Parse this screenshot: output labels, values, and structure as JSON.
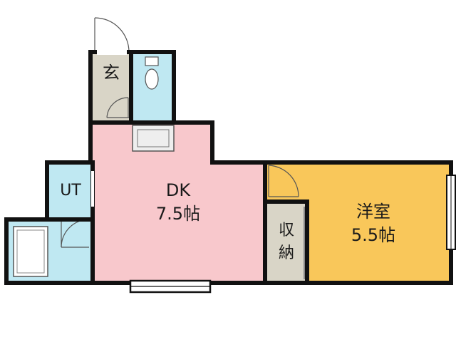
{
  "rooms": {
    "entrance": {
      "label": "玄",
      "color": "#d9d5c7"
    },
    "toilet": {
      "color": "#bfe8f2"
    },
    "dk": {
      "label": "DK",
      "size": "7.5帖",
      "color": "#f8c8cc"
    },
    "utility": {
      "label": "UT",
      "color": "#bfe8f2"
    },
    "bath": {
      "color": "#bfe8f2"
    },
    "storage": {
      "label_line1": "収",
      "label_line2": "納",
      "color": "#d9d5c7"
    },
    "western_room": {
      "label": "洋室",
      "size": "5.5帖",
      "color": "#f9c75a"
    }
  },
  "colors": {
    "wall": "#111111",
    "window": "#ffffff",
    "fixture": "#eeeeee"
  }
}
